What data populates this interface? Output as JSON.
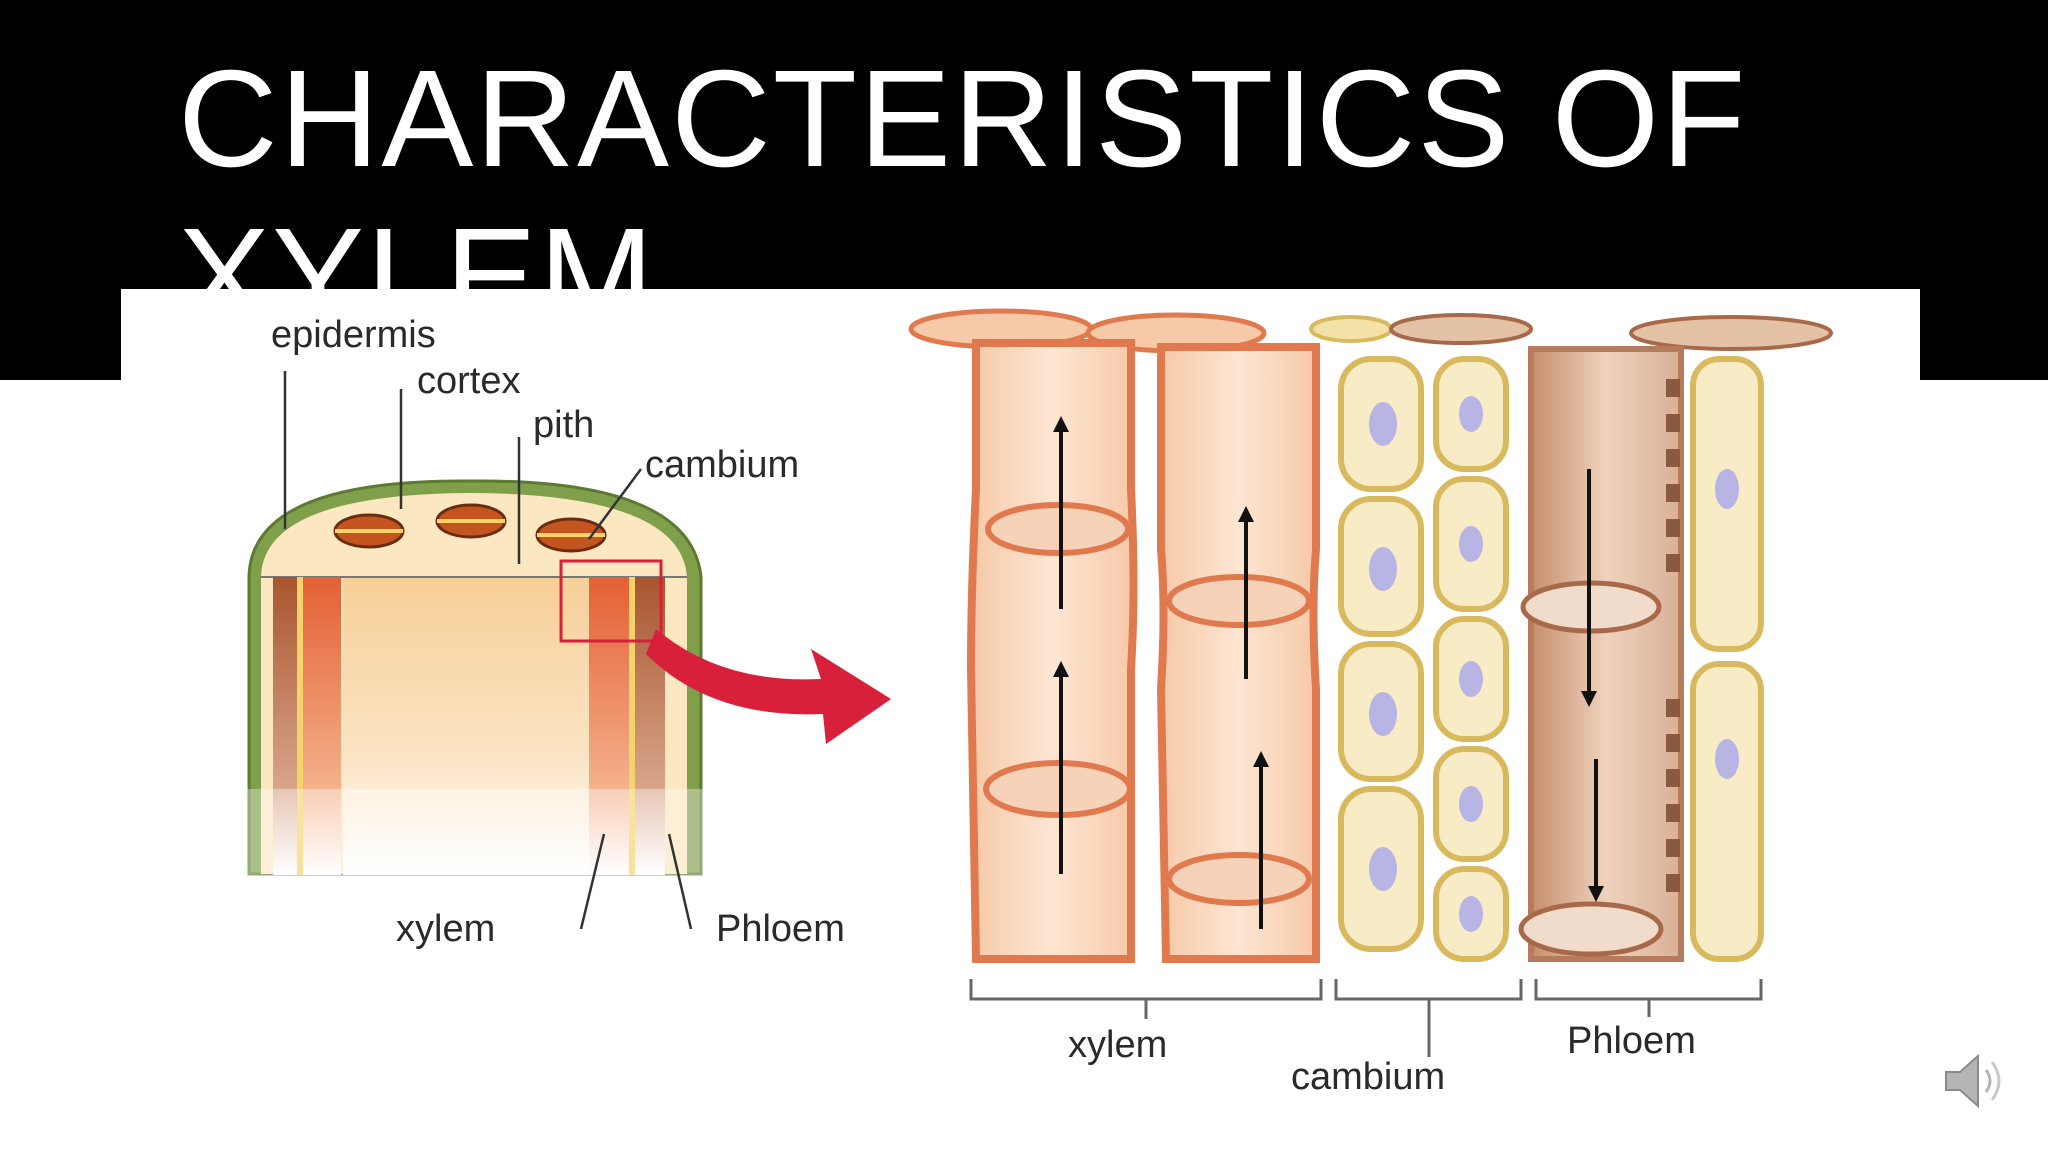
{
  "slide": {
    "title": "CHARACTERISTICS OF XYLEM"
  },
  "figure": {
    "stem_labels": {
      "epidermis": "epidermis",
      "cortex": "cortex",
      "pith": "pith",
      "cambium": "cambium",
      "xylem": "xylem",
      "phloem": "Phloem"
    },
    "tissue_labels": {
      "xylem": "xylem",
      "cambium": "cambium",
      "phloem": "Phloem"
    }
  },
  "icons": {
    "speaker": "speaker-icon",
    "arrow": "red-arrow-icon"
  },
  "colors": {
    "title_bar": "#000000",
    "title_text": "#ffffff",
    "xylem": "#e07a4e",
    "cambium": "#f3e2a8",
    "phloem": "#c98a62",
    "epidermis": "#7f9f4a",
    "arrow": "#d8203a"
  }
}
